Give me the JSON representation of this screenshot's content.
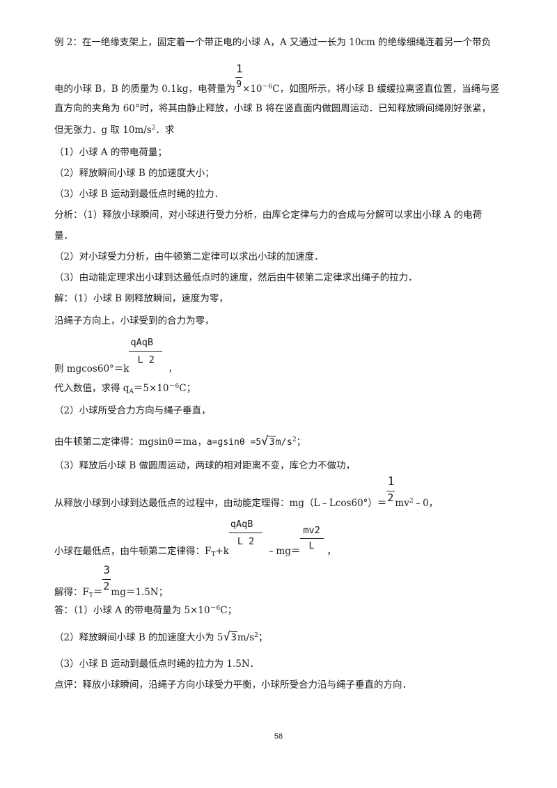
{
  "problem": {
    "line1": "例 2：在一绝缘支架上，固定着一个带正电的小球 A，A 又通过一长为 10cm 的绝缘细绳连着另一个带负",
    "line2_a": "电的小球 B，B 的质量为 0.1kg，电荷量为",
    "charge_num": "1",
    "charge_den": "9",
    "charge_tail": "×10",
    "charge_exp": "－6",
    "line2_b": "C，如图所示，将小球 B 缓缓拉离竖直位置，当绳与竖",
    "line3": "直方向的夹角为 60°时，将其由静止释放，小球 B 将在竖直面内做圆周运动．已知释放瞬间绳刚好张紧，",
    "line4_a": "但无张力．g 取 10m/s",
    "line4_sup": "2",
    "line4_b": "．求",
    "q1": "（1）小球 A 的带电荷量；",
    "q2": "（2）释放瞬间小球 B 的加速度大小；",
    "q3": "（3）小球 B 运动到最低点时绳的拉力．"
  },
  "analysis": {
    "line1": "分析：（1）释放小球瞬间，对小球进行受力分析，由库仑定律与力的合成与分解可以求出小球 A 的电荷",
    "line2": "量．",
    "line3": "（2）对小球受力分析，由牛顿第二定律可以求出小球的加速度．",
    "line4": "（3）由动能定理求出小球到达最低点时的速度，然后由牛顿第二定律求出绳子的拉力．"
  },
  "solution": {
    "s1": "解：（1）小球 B 刚释放瞬间，速度为零，",
    "s2": "沿绳子方向上，小球受到的合力为零，",
    "s3_a": "则 mgcos60°＝k",
    "s3_num": "qAqB",
    "s3_den": "L 2",
    "s3_b": "，",
    "s4_a": "代入数值，求得 q",
    "s4_sub": "A",
    "s4_b": "＝5×10",
    "s4_exp": "－6",
    "s4_c": "C；",
    "s5": "（2）小球所受合力方向与绳子垂直，",
    "s6_a": "由牛顿第二定律得：mgsinθ＝ma，",
    "s6_b": "a=gsinθ =5",
    "s6_root": "3",
    "s6_c": "m/s",
    "s6_sup": "2",
    "s6_d": "；",
    "s7": "（3）释放后小球 B 做圆周运动，两球的相对距离不变，库仑力不做功，",
    "s8_a": "从释放小球到小球到达最低点的过程中，由动能定理得：mg（L﹣Lcos60°）＝",
    "s8_num": "1",
    "s8_den": "2",
    "s8_b": "mv",
    "s8_sup": "2",
    "s8_c": "﹣0，",
    "s9_a": "小球在最低点，由牛顿第二定律得：F",
    "s9_sub": "T",
    "s9_b": "+k",
    "s9_num1": "qAqB",
    "s9_den1": "L 2",
    "s9_c": "﹣mg＝",
    "s9_num2": "mv2",
    "s9_den2": "L",
    "s9_d": "，",
    "s10_a": "解得：F",
    "s10_sub": "T",
    "s10_b": "＝",
    "s10_num": "3",
    "s10_den": "2",
    "s10_c": "mg＝1.5N；"
  },
  "answer": {
    "a1_a": "答：（1）小球 A 的带电荷量为 5×10",
    "a1_exp": "－6",
    "a1_b": "C；",
    "a2_a": "（2）释放瞬间小球 B 的加速度大小为 5",
    "a2_root": "3",
    "a2_b": "m/s",
    "a2_sup": "2",
    "a2_c": "；",
    "a3": "（3）小球 B 运动到最低点时绳的拉力为 1.5N．"
  },
  "comment": "点评：释放小球瞬间，沿绳子方向小球受力平衡，小球所受合力沿与绳子垂直的方向．",
  "page_number": "58"
}
